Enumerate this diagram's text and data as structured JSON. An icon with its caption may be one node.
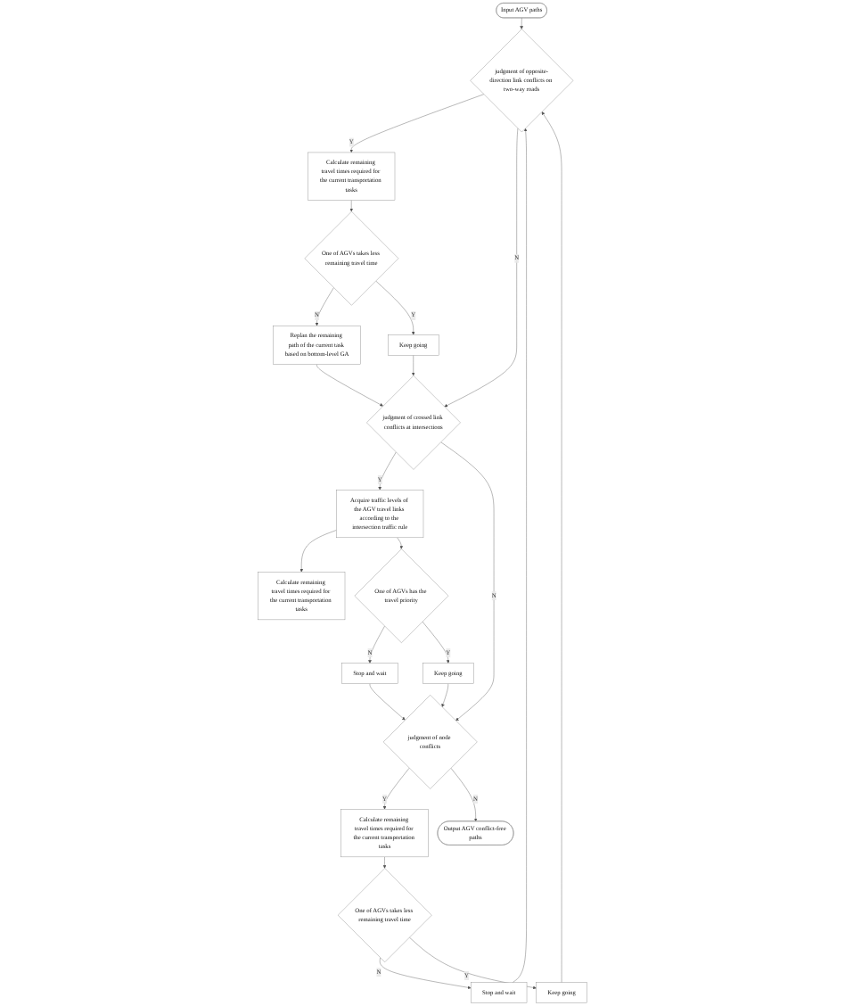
{
  "diagram": {
    "nodes": [
      {
        "text": [
          "Input AGV paths"
        ]
      },
      {
        "text": [
          "judgment of opposite-direction link conflicts on two-way roads"
        ]
      },
      {
        "text": [
          "Calculate remaining travel times required for the current transportation tasks"
        ]
      },
      {
        "text": [
          "One of AGVs takes less remaining travel time"
        ]
      },
      {
        "text": [
          "Replan the remaining path of the current task based on bottom-level GA"
        ]
      },
      {
        "text": [
          "Keep going"
        ]
      },
      {
        "text": [
          "judgment of crossed link conflicts at intersections"
        ]
      },
      {
        "text": [
          "Acquire traffic levels of the AGV travel links according to the intersection traffic rule"
        ]
      },
      {
        "text": [
          "Calculate remaining travel times required for the current transportation tasks"
        ]
      },
      {
        "text": [
          "One of AGVs has the travel priority"
        ]
      },
      {
        "text": [
          "Stop and wait"
        ]
      },
      {
        "text": [
          "Keep going"
        ]
      },
      {
        "text": [
          "judgment of node conflicts"
        ]
      },
      {
        "text": [
          "Calculate remaining travel times required for the current transportation tasks"
        ]
      },
      {
        "text": [
          "One of AGVs takes less remaining travel time"
        ]
      },
      {
        "text": [
          "Stop and wait"
        ]
      },
      {
        "text": [
          "Keep going"
        ]
      },
      {
        "text": [
          "Output AGV conflict-free paths"
        ]
      }
    ],
    "edges": [
      {
        "from": 0,
        "to": 1,
        "arrow": "to"
      },
      {
        "from": 1,
        "to": 2,
        "arrow": "to",
        "label": "Y"
      },
      {
        "from": 2,
        "to": 3,
        "arrow": "to"
      },
      {
        "from": 3,
        "to": 4,
        "arrow": "to",
        "label": "N"
      },
      {
        "from": 3,
        "to": 5,
        "arrow": "to",
        "label": "Y"
      },
      {
        "from": 1,
        "to": 6,
        "arrow": "to",
        "label": "N"
      },
      {
        "from": 4,
        "to": 6,
        "arrow": "to"
      },
      {
        "from": 5,
        "to": 6,
        "arrow": "to"
      },
      {
        "from": 6,
        "to": 7,
        "arrow": "to",
        "label": "Y"
      },
      {
        "from": 7,
        "to": 8,
        "arrow": "to"
      },
      {
        "from": 7,
        "to": 9,
        "arrow": "to"
      },
      {
        "from": 9,
        "to": 10,
        "arrow": "to",
        "label": "N"
      },
      {
        "from": 9,
        "to": 11,
        "arrow": "to",
        "label": "Y"
      },
      {
        "from": 6,
        "to": 12,
        "arrow": "to",
        "label": "N"
      },
      {
        "from": 10,
        "to": 12,
        "arrow": "to"
      },
      {
        "from": 11,
        "to": 12,
        "arrow": "to"
      },
      {
        "from": 12,
        "to": 13,
        "arrow": "to",
        "label": "Y"
      },
      {
        "from": 13,
        "to": 14,
        "arrow": "to"
      },
      {
        "from": 14,
        "to": 15,
        "arrow": "to",
        "label": "N"
      },
      {
        "from": 14,
        "to": 16,
        "arrow": "to",
        "label": "Y"
      },
      {
        "from": 12,
        "to": 17,
        "arrow": "to",
        "label": "N"
      },
      {
        "from": 15,
        "to": 1,
        "arrow": "to"
      },
      {
        "from": 16,
        "to": 1,
        "arrow": "to"
      }
    ]
  }
}
